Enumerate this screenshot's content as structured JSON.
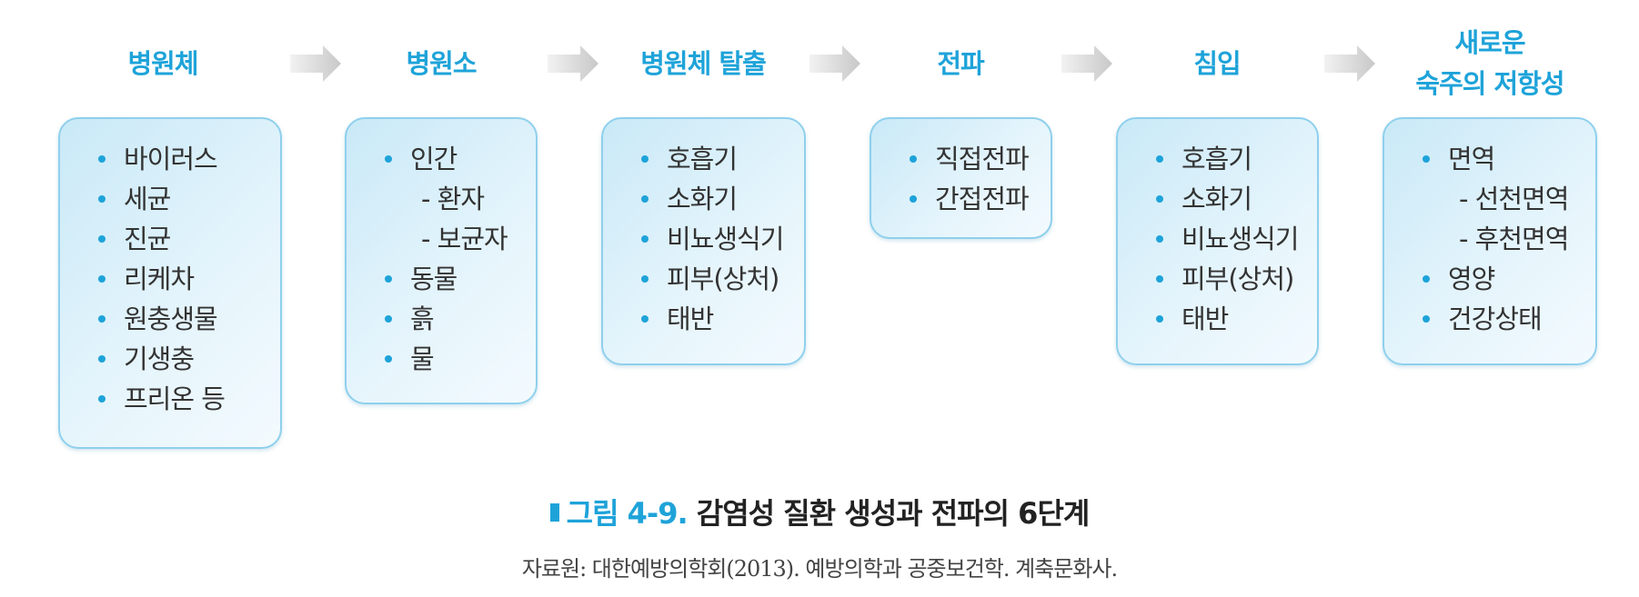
{
  "stages": [
    {
      "title": "병원체",
      "items": [
        {
          "text": "바이러스",
          "sub": false
        },
        {
          "text": "세균",
          "sub": false
        },
        {
          "text": "진균",
          "sub": false
        },
        {
          "text": "리케차",
          "sub": false
        },
        {
          "text": "원충생물",
          "sub": false
        },
        {
          "text": "기생충",
          "sub": false
        },
        {
          "text": "프리온 등",
          "sub": false
        }
      ]
    },
    {
      "title": "병원소",
      "items": [
        {
          "text": "인간",
          "sub": false
        },
        {
          "text": "- 환자",
          "sub": true
        },
        {
          "text": "- 보균자",
          "sub": true
        },
        {
          "text": "동물",
          "sub": false
        },
        {
          "text": "흙",
          "sub": false
        },
        {
          "text": "물",
          "sub": false
        }
      ]
    },
    {
      "title": "병원체 탈출",
      "items": [
        {
          "text": "호흡기",
          "sub": false
        },
        {
          "text": "소화기",
          "sub": false
        },
        {
          "text": "비뇨생식기",
          "sub": false
        },
        {
          "text": "피부(상처)",
          "sub": false
        },
        {
          "text": "태반",
          "sub": false
        }
      ]
    },
    {
      "title": "전파",
      "items": [
        {
          "text": "직접전파",
          "sub": false
        },
        {
          "text": "간접전파",
          "sub": false
        }
      ]
    },
    {
      "title": "침입",
      "items": [
        {
          "text": "호흡기",
          "sub": false
        },
        {
          "text": "소화기",
          "sub": false
        },
        {
          "text": "비뇨생식기",
          "sub": false
        },
        {
          "text": "피부(상처)",
          "sub": false
        },
        {
          "text": "태반",
          "sub": false
        }
      ]
    },
    {
      "title": "새로운\n숙주의 저항성",
      "items": [
        {
          "text": "면역",
          "sub": false
        },
        {
          "text": "- 선천면역",
          "sub": true
        },
        {
          "text": "- 후천면역",
          "sub": true
        },
        {
          "text": "영양",
          "sub": false
        },
        {
          "text": "건강상태",
          "sub": false
        }
      ]
    }
  ],
  "caption": {
    "label": "그림 4-9.",
    "title": "감염성 질환 생성과 전파의 6단계"
  },
  "source": "자료원: 대한예방의학회(2013). 예방의학과 공중보건학. 계축문화사.",
  "colors": {
    "accent": "#1ea3d9",
    "box_border": "#8fd0ec",
    "arrow": "#c8c8c8"
  }
}
